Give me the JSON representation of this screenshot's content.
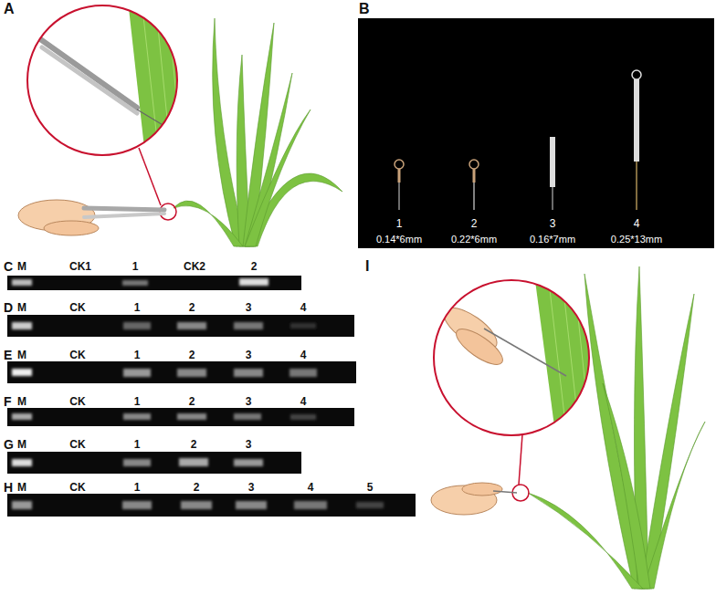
{
  "diagram": {
    "nodes": [
      {
        "text": [
          "1",
          "0.14*6mm",
          "2",
          "0.22*6mm",
          "3",
          "0.16*7mm",
          "4",
          "0.25*13mm"
        ]
      }
    ],
    "labels": [
      "A",
      "B",
      "C",
      "M",
      "CK1",
      "1",
      "CK2",
      "2",
      "D",
      "M",
      "CK",
      "1",
      "2",
      "3",
      "4",
      "E",
      "M",
      "CK",
      "1",
      "2",
      "3",
      "4",
      "F",
      "M",
      "CK",
      "1",
      "2",
      "3",
      "4",
      "G",
      "M",
      "CK",
      "1",
      "2",
      "3",
      "H",
      "M",
      "CK",
      "1",
      "2",
      "3",
      "4",
      "5",
      "I"
    ]
  }
}
